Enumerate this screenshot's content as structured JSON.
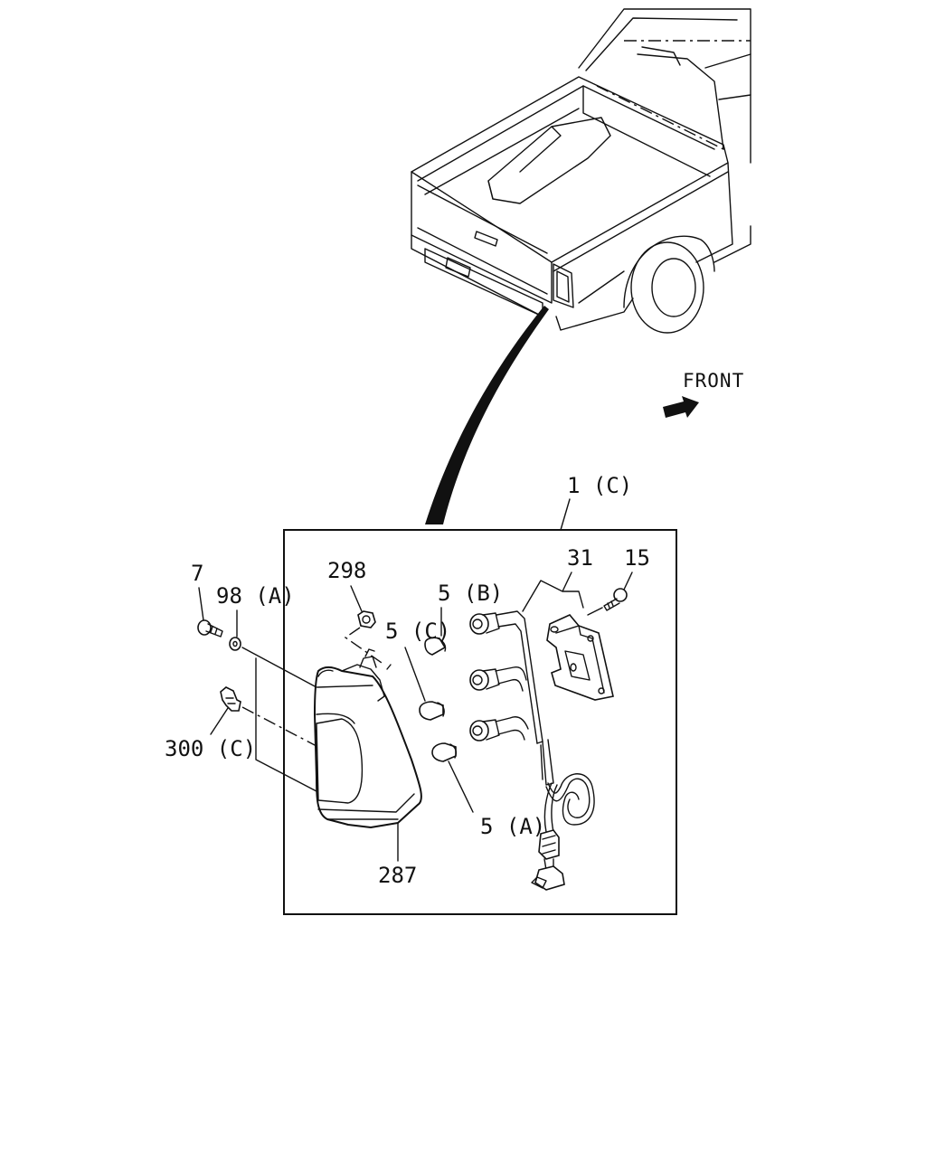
{
  "diagram": {
    "direction_label": "FRONT",
    "callouts": {
      "assembly": "1 (C)",
      "p7": "7",
      "p98a": "98 (A)",
      "p300c": "300 (C)",
      "p298": "298",
      "p5b": "5 (B)",
      "p5c": "5 (C)",
      "p5a": "5 (A)",
      "p31": "31",
      "p15": "15",
      "p287": "287"
    },
    "icons": {
      "direction": "arrow-icon"
    }
  }
}
